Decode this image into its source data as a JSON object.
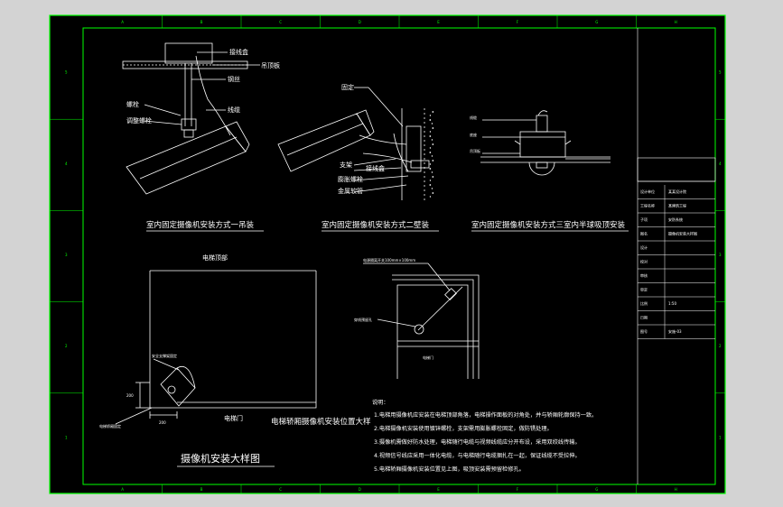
{
  "sheet": {
    "frame_color": "#00ff00",
    "line_color": "#ffffff",
    "background": "#000000",
    "column_markers": [
      "A",
      "B",
      "C",
      "D",
      "E",
      "F",
      "G",
      "H"
    ],
    "row_markers": [
      "5",
      "4",
      "3",
      "2",
      "1"
    ]
  },
  "views": {
    "pendant": {
      "caption": "室内固定摄像机安装方式一吊装",
      "labels": {
        "junction_box": "接线盒",
        "ceiling": "吊顶板",
        "conduit": "钢丝",
        "bracket": "螺栓",
        "adjuster": "调整螺栓",
        "cable": "线缆"
      }
    },
    "wall": {
      "caption": "室内固定摄像机安装方式二壁装",
      "labels": {
        "top": "固定",
        "bracket": "支架",
        "box": "接线盒",
        "bolt": "膨胀螺栓",
        "anchor": "金属软管"
      }
    },
    "dome": {
      "caption": "室内固定摄像机安装方式三室内半球吸顶安装",
      "labels": {
        "cable": "线缆",
        "base": "底座",
        "ceiling": "吊顶板"
      }
    },
    "elevator": {
      "car_top": "电梯顶部",
      "top_label": "安全支撑架固定",
      "side_label": "电梯轿厢固定",
      "dim_v": "200",
      "dim_h": "200",
      "floor": "电梯门",
      "caption": "电梯轿厢摄像机安装位置大样"
    },
    "corner": {
      "conduit_label": "电源隔离开关100mm×100mm",
      "hole_label": "穿线预留孔",
      "floor": "电梯门"
    }
  },
  "notes": {
    "heading": "说明：",
    "lines": [
      "1.电梯用摄像机应安装在电梯顶部角落，电梯操作面板的对角处，并与轿厢轮廓保持一致。",
      "2.电梯摄像机安装使用镀锌螺栓，支架需用膨胀螺栓固定，做防锈处理。",
      "3.摄像机需做好防水处理，电梯随行电缆与视频线缆应分开布设，采用双绞线传输。",
      "4.视频信号线应采用一体化电缆，与电梯随行电缆捆扎在一起，保证线缆不受拉伸。",
      "5.电梯轿厢摄像机安装位置见上图，吸顶安装需预留检修孔。"
    ]
  },
  "main_title": "摄像机安装大样图",
  "title_block": {
    "rows": [
      "设计单位",
      "工程名称",
      "子项",
      "图名",
      "设计",
      "校对",
      "审核",
      "审定",
      "比例",
      "日期",
      "图号"
    ],
    "values": [
      "某某设计院",
      "某建筑工程",
      "安防系统",
      "摄像机安装大样图",
      "",
      "",
      "",
      "",
      "1:50",
      "",
      "安施-03"
    ]
  }
}
